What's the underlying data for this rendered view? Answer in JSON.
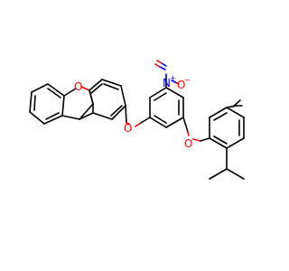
{
  "molecule": {
    "atoms": {
      "furan_o": "O",
      "ether_o1": "O",
      "ether_o2": "O",
      "nitro_n": "N",
      "nitro_n_charge": "+",
      "nitro_o": "O",
      "nitro_o_charge": "−"
    }
  },
  "colors": {
    "carbon_bond": "#000000",
    "oxygen": "#ff0000",
    "nitrogen": "#0000ff",
    "background": "#ffffff"
  }
}
